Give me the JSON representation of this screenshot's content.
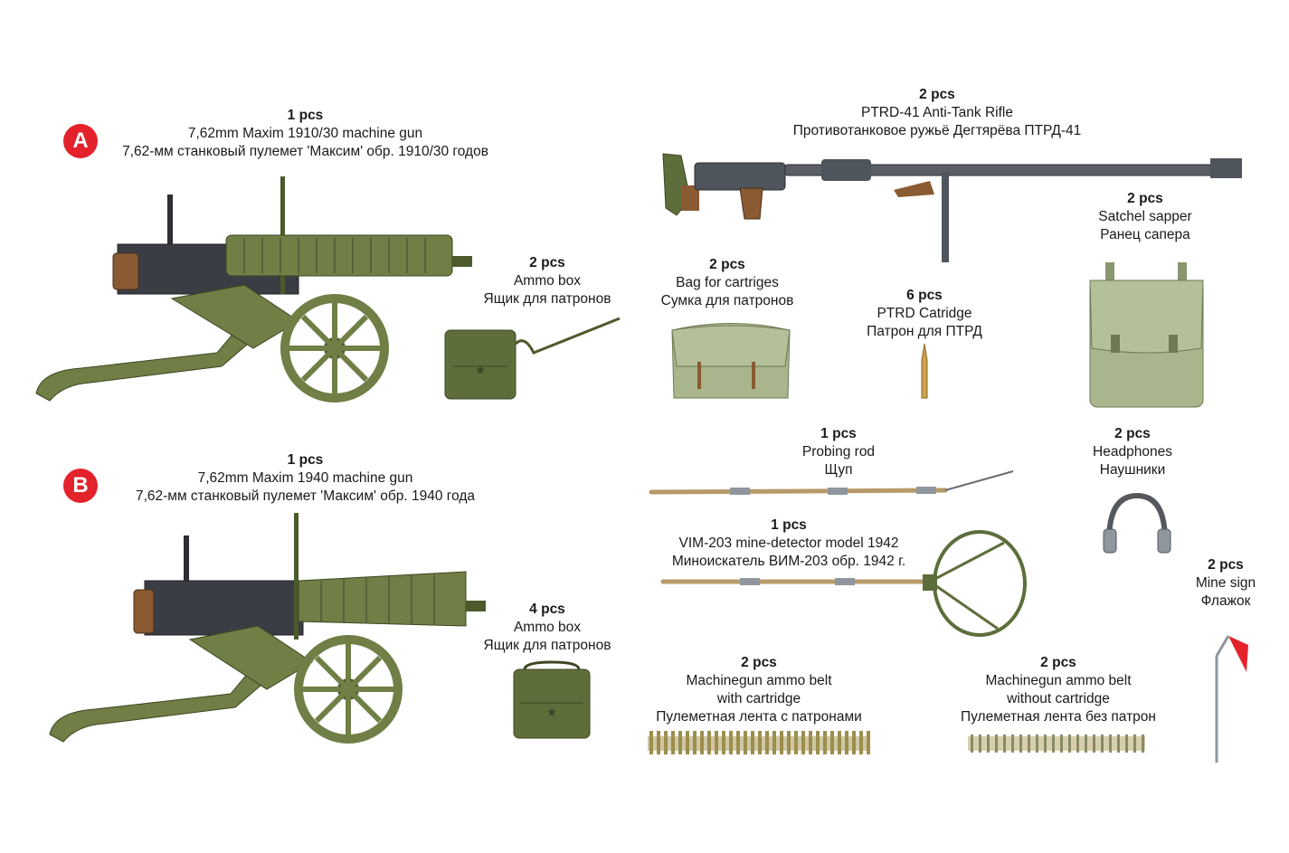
{
  "colors": {
    "olive": "#6f7f45",
    "olive_dark": "#4c5a2c",
    "steel": "#3a3d43",
    "wood": "#8a5a32",
    "canvas": "#a9b58c",
    "badge": "#e3222b"
  },
  "items": {
    "a": {
      "badge": "A",
      "qty": "1 pcs",
      "en": "7,62mm Maxim 1910/30 machine gun",
      "ru": "7,62-мм станковый пулемет 'Максим' обр. 1910/30 годов"
    },
    "ammo_a": {
      "qty": "2 pcs",
      "en": "Ammo box",
      "ru": "Ящик для патронов"
    },
    "b": {
      "badge": "B",
      "qty": "1 pcs",
      "en": "7,62mm Maxim 1940 machine gun",
      "ru": "7,62-мм станковый пулемет 'Максим' обр. 1940 года"
    },
    "ammo_b": {
      "qty": "4 pcs",
      "en": "Ammo box",
      "ru": "Ящик для патронов"
    },
    "ptrd": {
      "qty": "2 pcs",
      "en": "PTRD-41 Anti-Tank Rifle",
      "ru": "Противотанковое ружьё Дегтярёва ПТРД-41"
    },
    "satchel": {
      "qty": "2 pcs",
      "en": "Satchel sapper",
      "ru": "Ранец сапера"
    },
    "bag": {
      "qty": "2 pcs",
      "en": "Bag for cartriges",
      "ru": "Сумка для патронов"
    },
    "cartridge": {
      "qty": "6 pcs",
      "en": "PTRD Catridge",
      "ru": "Патрон для ПТРД"
    },
    "rod": {
      "qty": "1 pcs",
      "en": "Probing rod",
      "ru": "Щуп"
    },
    "headphones": {
      "qty": "2 pcs",
      "en": "Headphones",
      "ru": "Наушники"
    },
    "detector": {
      "qty": "1 pcs",
      "en": "VIM-203 mine-detector model 1942",
      "ru": "Миноискатель ВИМ-203 обр. 1942 г."
    },
    "minesign": {
      "qty": "2 pcs",
      "en": "Mine sign",
      "ru": "Флажок"
    },
    "belt_with": {
      "qty": "2 pcs",
      "en": "Machinegun ammo belt",
      "en2": "with cartridge",
      "ru": "Пулеметная лента с патронами"
    },
    "belt_without": {
      "qty": "2 pcs",
      "en": "Machinegun ammo belt",
      "en2": "without cartridge",
      "ru": "Пулеметная лента без патрон"
    }
  }
}
